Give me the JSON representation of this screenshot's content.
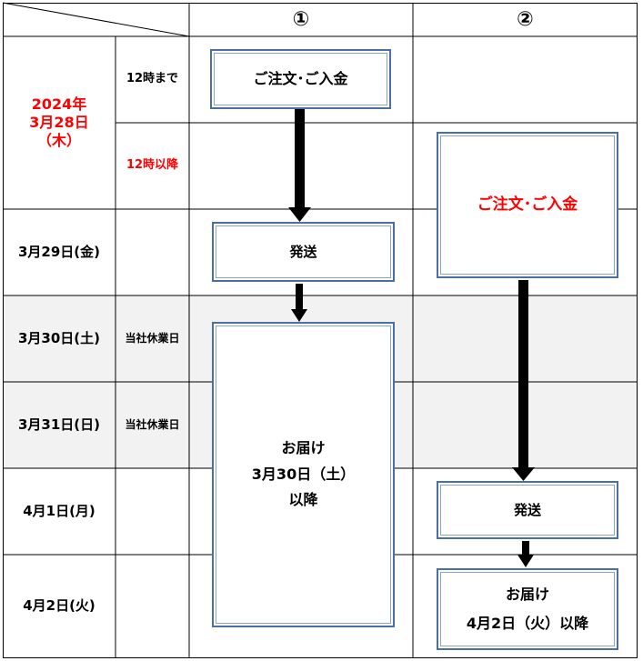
{
  "columns": [
    "①",
    "②"
  ],
  "rows": [
    {
      "date": "2024年\n3月28日\n（木）",
      "date_color": "#ff0000",
      "slots": [
        "12時まで",
        "12時以降"
      ],
      "slot_colors": [
        "#000000",
        "#ff0000"
      ]
    },
    {
      "date": "3月29日(金)",
      "slot": ""
    },
    {
      "date": "3月30日(土)",
      "slot": "当社休業日"
    },
    {
      "date": "3月31日(日)",
      "slot": "当社休業日"
    },
    {
      "date": "4月1日(月)",
      "slot": ""
    },
    {
      "date": "4月2日(火)",
      "slot": ""
    }
  ],
  "flow1": {
    "order": "ご注文･ご入金",
    "ship": "発送",
    "deliver": [
      "お届け",
      "3月30日（土）",
      "以降"
    ]
  },
  "flow2": {
    "order": "ご注文･ご入金",
    "order_color": "#ff0000",
    "ship": "発送",
    "deliver": [
      "お届け",
      "4月2日（火）以降"
    ]
  },
  "colors": {
    "holiday_bg": "#f2f2f2",
    "grid": "#000000",
    "box_border": "#4a6fa5"
  }
}
